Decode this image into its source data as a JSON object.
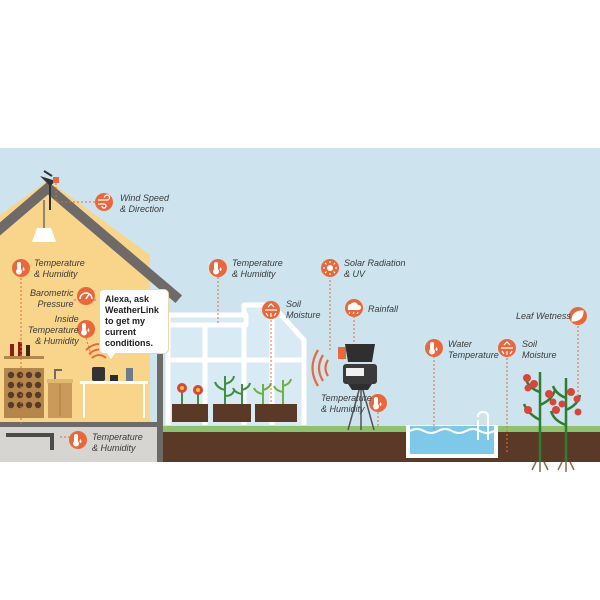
{
  "colors": {
    "accent": "#e8683c",
    "sky": "#cde4ef",
    "house_wall": "#f8d58a",
    "roof": "#6d6a67",
    "soil": "#5a3a26",
    "grass": "#8ec170",
    "pool_water": "#7ec8ea"
  },
  "labels": {
    "wind": "Wind Speed\n& Direction",
    "house_temp": "Temperature\n& Humidity",
    "barometric": "Barometric\nPressure",
    "inside_temp": "Inside\nTemperature\n& Humidity",
    "basement_temp": "Temperature\n& Humidity",
    "greenhouse_temp": "Temperature\n& Humidity",
    "greenhouse_soil": "Soil\nMoisture",
    "solar": "Solar Radiation\n& UV",
    "rainfall": "Rainfall",
    "station_temp": "Temperature\n& Humidity",
    "water_temp": "Water\nTemperature",
    "garden_soil": "Soil\nMoisture",
    "leaf": "Leaf Wetness"
  },
  "alexa": "Alexa, ask\nWeatherLink\nto get my\ncurrent\nconditions.",
  "icons": {
    "wind": "wind-icon",
    "temperature": "thermometer-droplet-icon",
    "barometric": "barometer-icon",
    "soil": "soil-moisture-icon",
    "solar": "sun-icon",
    "rain": "rain-cloud-icon",
    "leaf": "leaf-icon"
  }
}
